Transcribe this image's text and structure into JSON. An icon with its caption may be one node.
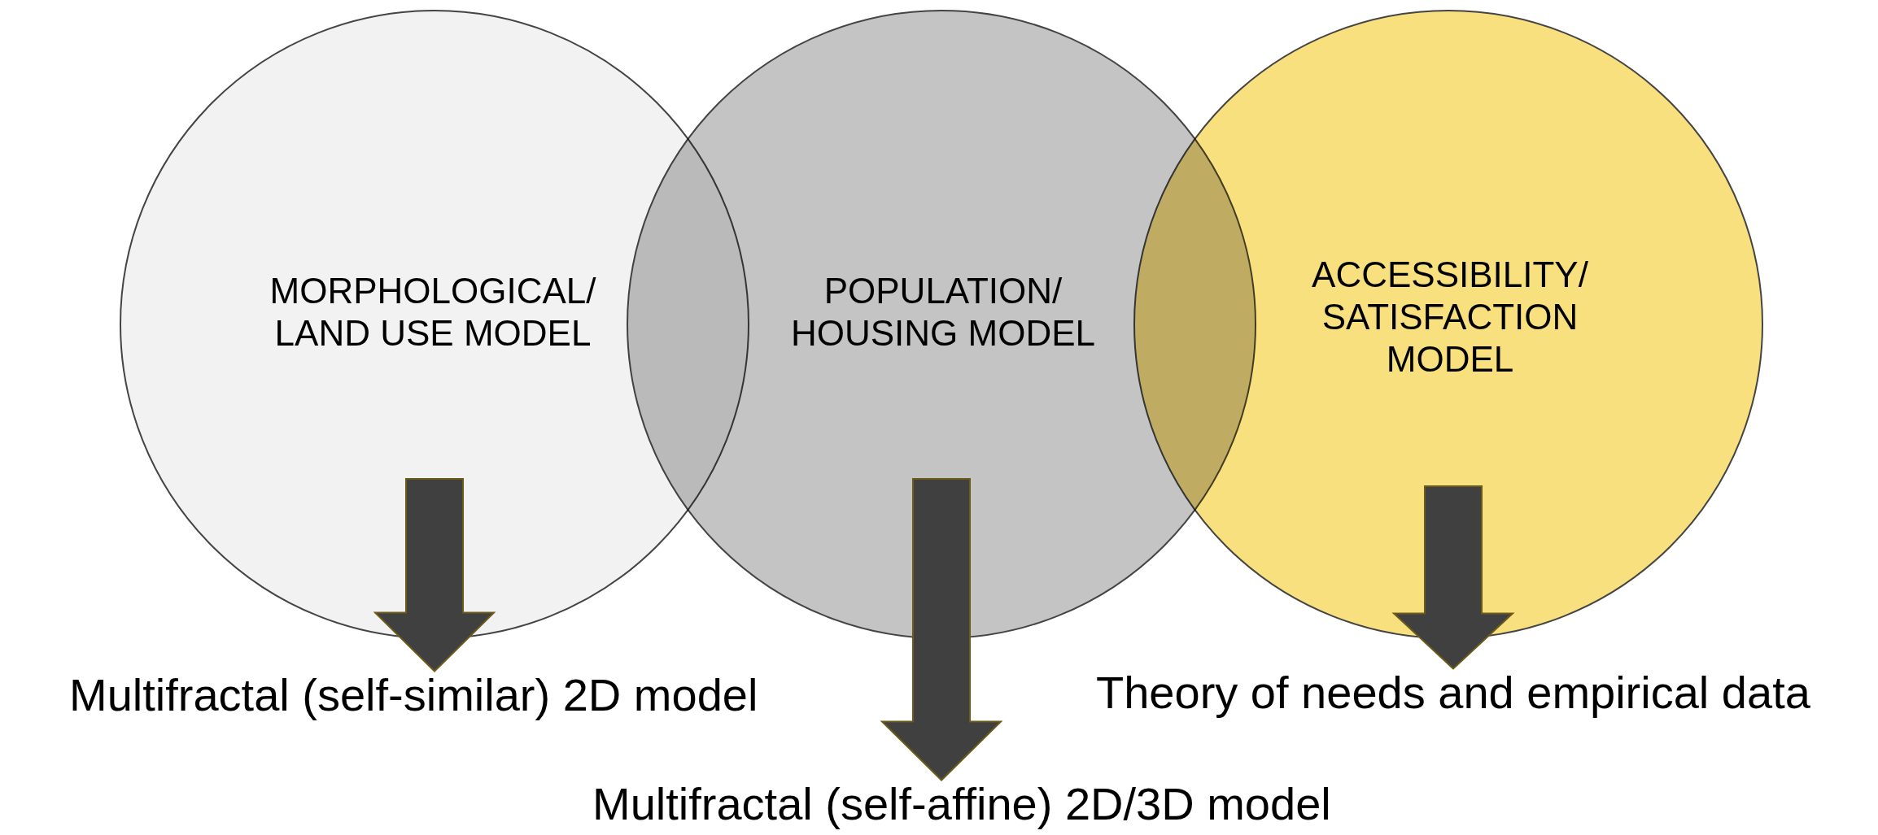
{
  "diagram": {
    "nodes": [
      {
        "text": [
          "MORPHOLOGICAL/ LAND USE MODEL"
        ]
      },
      {
        "text": [
          "POPULATION/ HOUSING MODEL"
        ]
      },
      {
        "text": [
          "ACCESSIBILITY/ SATISFACTION MODEL"
        ]
      },
      {
        "text": [
          "Multifractal (self-similar) 2D model"
        ]
      },
      {
        "text": [
          "Multifractal (self-affine) 2D/3D model"
        ]
      },
      {
        "text": [
          "Theory of needs and empirical data"
        ]
      }
    ],
    "edges": [
      {
        "from": 0,
        "to": 3,
        "arrow": "to"
      },
      {
        "from": 1,
        "to": 4,
        "arrow": "to"
      },
      {
        "from": 2,
        "to": 5,
        "arrow": "to"
      }
    ]
  }
}
